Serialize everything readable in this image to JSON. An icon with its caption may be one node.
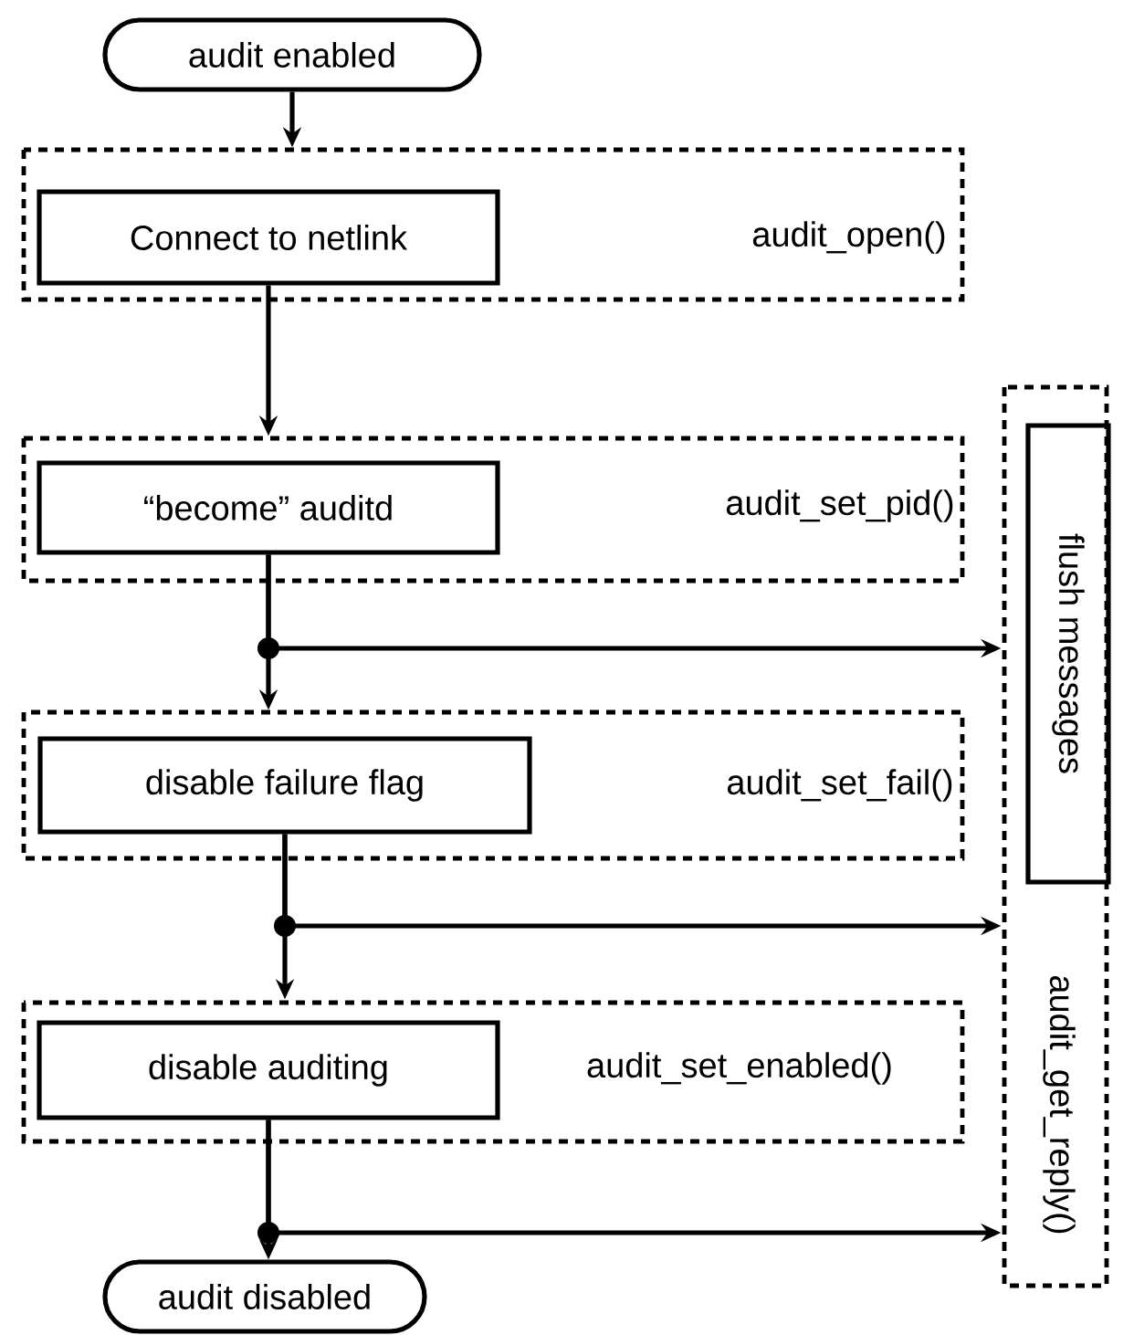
{
  "diagram": {
    "nodes": [
      {
        "text": [
          "audit enabled"
        ]
      },
      {
        "text": [
          "audit_open()"
        ]
      },
      {
        "text": [
          "Connect to netlink"
        ],
        "in": 1
      },
      {
        "text": [
          "audit_set_pid()"
        ]
      },
      {
        "text": [
          "“become” auditd"
        ],
        "in": 3
      },
      {
        "text": [
          "audit_set_fail()"
        ]
      },
      {
        "text": [
          "disable failure flag"
        ],
        "in": 5
      },
      {
        "text": [
          "audit_set_enabled()"
        ]
      },
      {
        "text": [
          "disable auditing"
        ],
        "in": 7
      },
      {
        "text": [
          "audit disabled"
        ]
      },
      {
        "text": [
          "audit_get_reply()"
        ]
      },
      {
        "text": [
          "flush messages"
        ],
        "in": 10
      }
    ],
    "edges": [
      {
        "from": 0,
        "to": 1,
        "arrow": "to"
      },
      {
        "from": 2,
        "to": 3,
        "arrow": "to"
      },
      {
        "from": 4,
        "to": 5,
        "arrow": "to"
      },
      {
        "from": 4,
        "to": 10,
        "arrow": "to"
      },
      {
        "from": 6,
        "to": 7,
        "arrow": "to"
      },
      {
        "from": 6,
        "to": 10,
        "arrow": "to"
      },
      {
        "from": 8,
        "to": 9,
        "arrow": "to"
      },
      {
        "from": 8,
        "to": 10,
        "arrow": "to"
      }
    ]
  }
}
